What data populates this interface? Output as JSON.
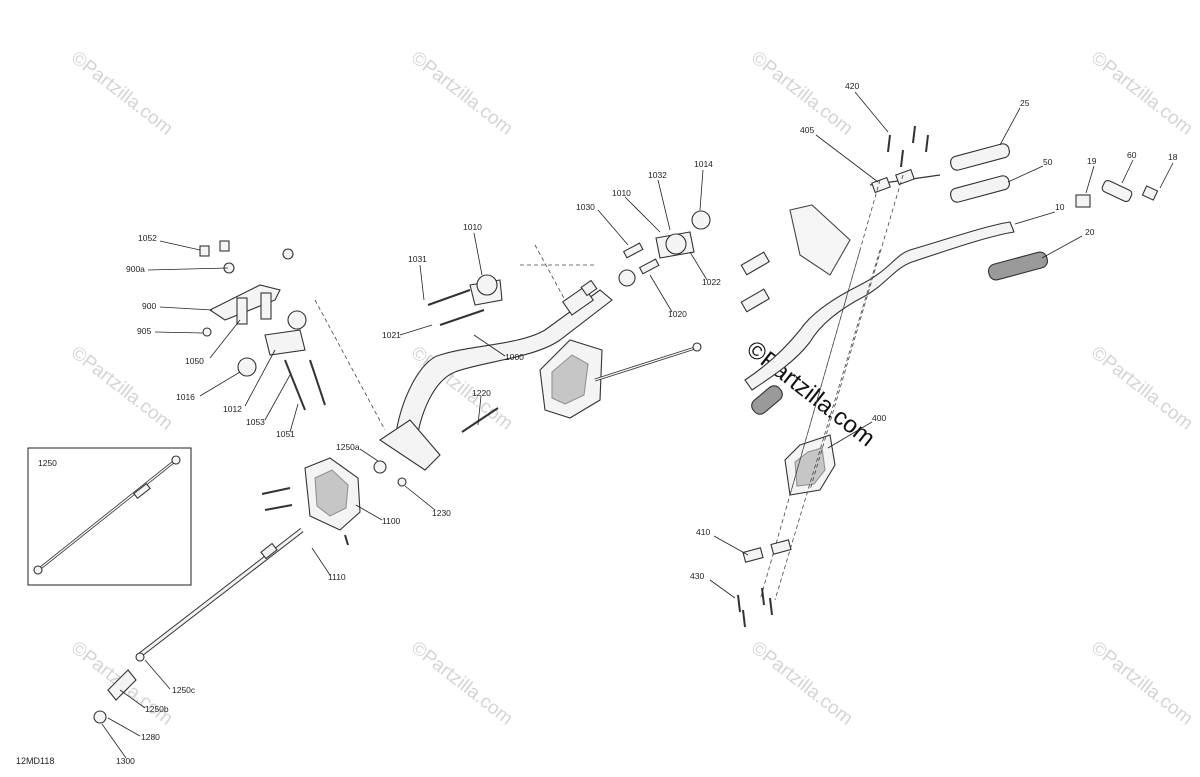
{
  "diagram": {
    "drawing_code": "12MD118",
    "inset_label": "1250",
    "watermark": "©Partzilla.com",
    "callouts": [
      "1052",
      "900a",
      "900",
      "905",
      "1050",
      "1016",
      "1012",
      "1053",
      "1051",
      "1010",
      "1031",
      "1021",
      "1000",
      "1030",
      "1010",
      "1032",
      "1014",
      "1022",
      "1020",
      "1220",
      "1250a",
      "1230",
      "1100",
      "1110",
      "1250c",
      "1250b",
      "1280",
      "1300",
      "420",
      "405",
      "25",
      "50",
      "19",
      "60",
      "18",
      "10",
      "20",
      "400",
      "410",
      "430"
    ]
  }
}
